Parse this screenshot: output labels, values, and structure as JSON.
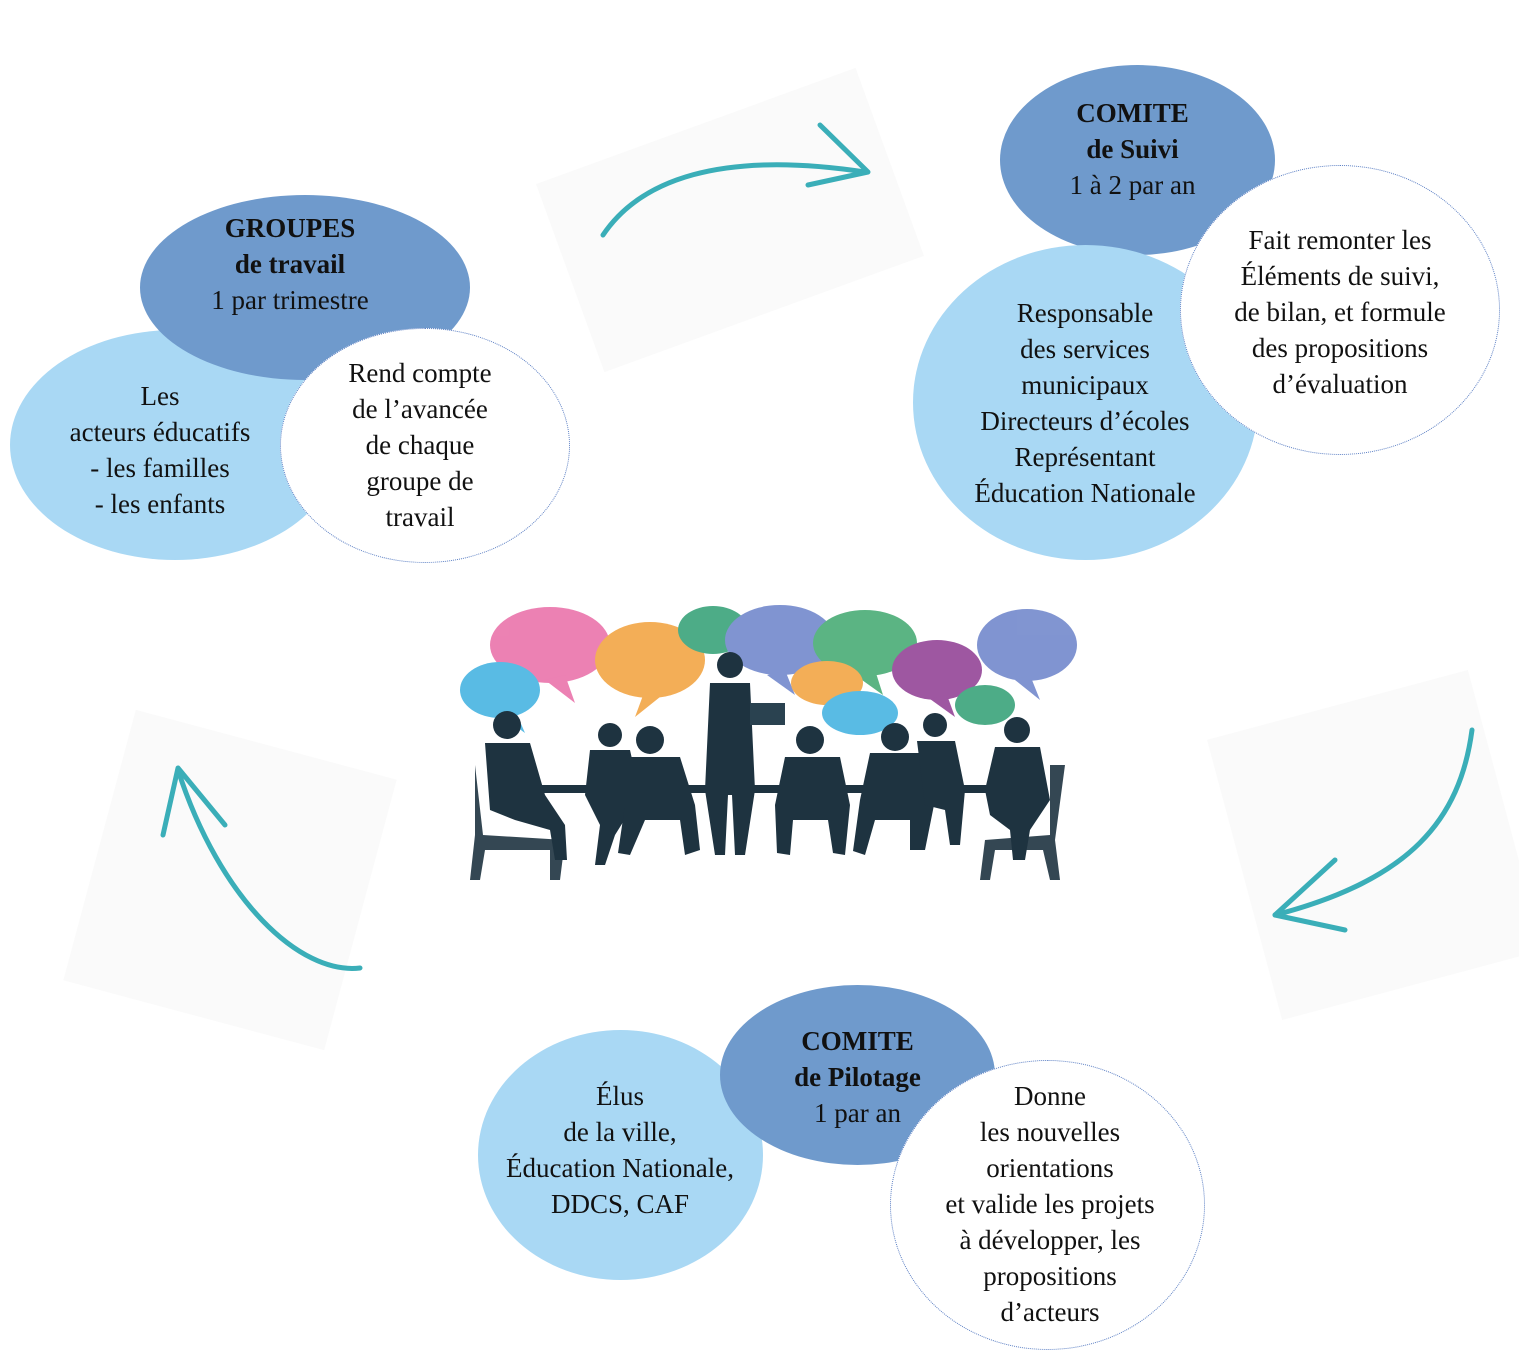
{
  "groupes": {
    "title_line1": "GROUPES",
    "title_line2": "de travail",
    "frequency": "1 par trimestre",
    "members": [
      "Les",
      "acteurs éducatifs",
      "- les familles",
      "- les enfants"
    ],
    "role": [
      "Rend compte",
      "de l’avancée",
      "de chaque",
      "groupe de",
      "travail"
    ]
  },
  "suivi": {
    "title_line1": "COMITE",
    "title_line2": "de Suivi",
    "frequency": "1 à 2 par an",
    "members": [
      "Responsable",
      "des services",
      "municipaux",
      "Directeurs d’écoles",
      "Représentant",
      "Éducation Nationale"
    ],
    "role": [
      "Fait remonter les",
      "Éléments de suivi,",
      "de bilan, et formule",
      "des propositions",
      "d’évaluation"
    ]
  },
  "pilotage": {
    "title_line1": "COMITE",
    "title_line2": "de Pilotage",
    "frequency": "1 par an",
    "members": [
      "Élus",
      "de la ville,",
      "Éducation Nationale,",
      "DDCS, CAF"
    ],
    "role": [
      "Donne",
      "les nouvelles",
      "orientations",
      "et valide les projets",
      "à développer, les",
      "propositions",
      "d’acteurs"
    ]
  },
  "colors": {
    "light_bubble": "#a9d8f4",
    "dark_bubble": "#6f9acc",
    "arrow": "#3aaeb8",
    "dotted_border": "#5b7fc4"
  },
  "icons": [
    "meeting-silhouettes-illustration",
    "cycle-arrow-icon"
  ]
}
